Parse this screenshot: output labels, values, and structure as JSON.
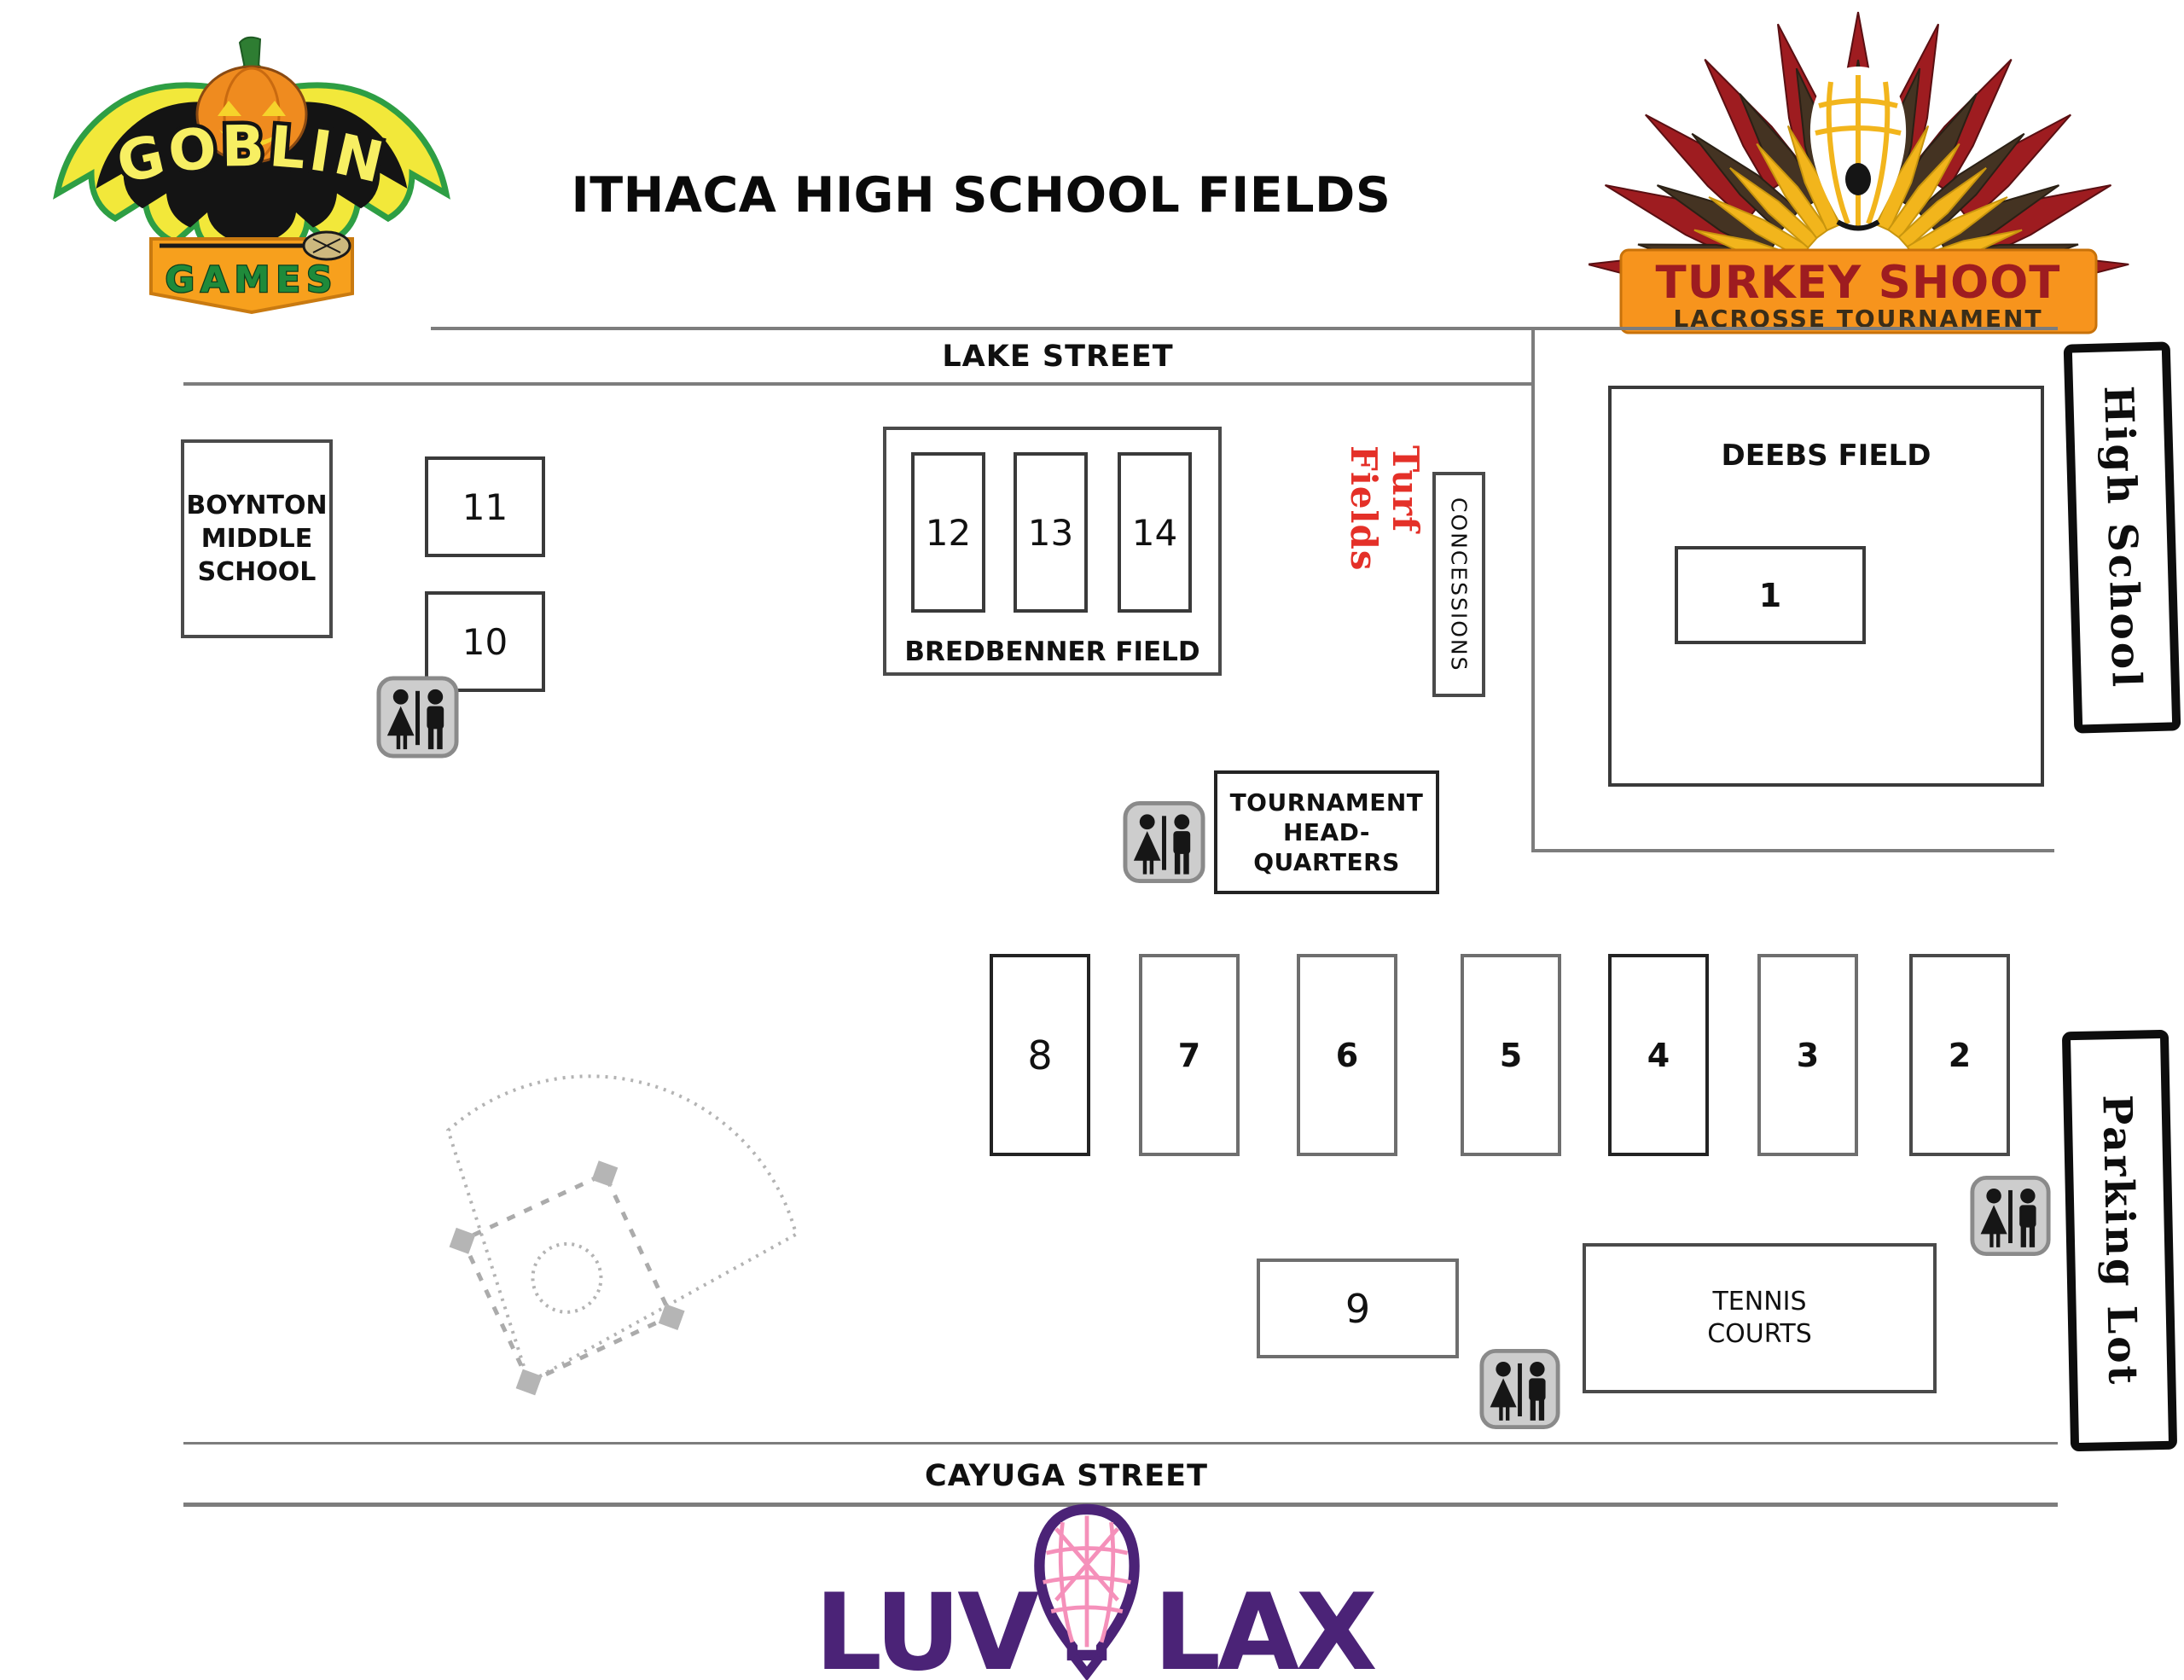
{
  "header": {
    "title": "ITHACA HIGH SCHOOL FIELDS"
  },
  "goblin_logo": {
    "top_word": "GOBLIN",
    "bottom_word": "GAMES"
  },
  "turkey_logo": {
    "title": "TURKEY SHOOT",
    "subtitle": "LACROSSE TOURNAMENT"
  },
  "luvlax_logo": {
    "left": "LUV",
    "right": "LAX"
  },
  "streets": {
    "top": "LAKE STREET",
    "bottom": "CAYUGA STREET"
  },
  "buildings": {
    "boynton": {
      "line1": "BOYNTON",
      "line2": "MIDDLE",
      "line3": "SCHOOL"
    },
    "tournament_hq": {
      "line1": "TOURNAMENT",
      "line2": "HEAD-",
      "line3": "QUARTERS"
    },
    "tennis": {
      "line1": "TENNIS",
      "line2": "COURTS"
    },
    "concessions": {
      "label": "CONCESSIONS"
    },
    "high_school": {
      "label": "High School"
    },
    "parking_lot": {
      "label": "Parking Lot"
    }
  },
  "areas": {
    "bredbenner": {
      "label": "BREDBENNER FIELD"
    },
    "deebs": {
      "label": "DEEBS FIELD"
    },
    "turf": {
      "label": "Turf Fields"
    }
  },
  "fields": [
    {
      "num": "1"
    },
    {
      "num": "2"
    },
    {
      "num": "3"
    },
    {
      "num": "4"
    },
    {
      "num": "5"
    },
    {
      "num": "6"
    },
    {
      "num": "7"
    },
    {
      "num": "8"
    },
    {
      "num": "9"
    },
    {
      "num": "10"
    },
    {
      "num": "11"
    },
    {
      "num": "12"
    },
    {
      "num": "13"
    },
    {
      "num": "14"
    }
  ],
  "icons": {
    "restroom": "male-female-restroom"
  },
  "colors": {
    "turf_red": "#e43028",
    "road_gray": "#7d7d7d",
    "luvlax_purple": "#4b2377",
    "luvlax_pink": "#f590ba",
    "banner_orange": "#f7941d",
    "turkey_red": "#9e1c20",
    "turkey_brown": "#443322",
    "turkey_yellow": "#f2b51c",
    "goblin_yellow": "#f2e83a",
    "goblin_green": "#1f8a3a",
    "pumpkin_orange": "#ef8b1f"
  }
}
